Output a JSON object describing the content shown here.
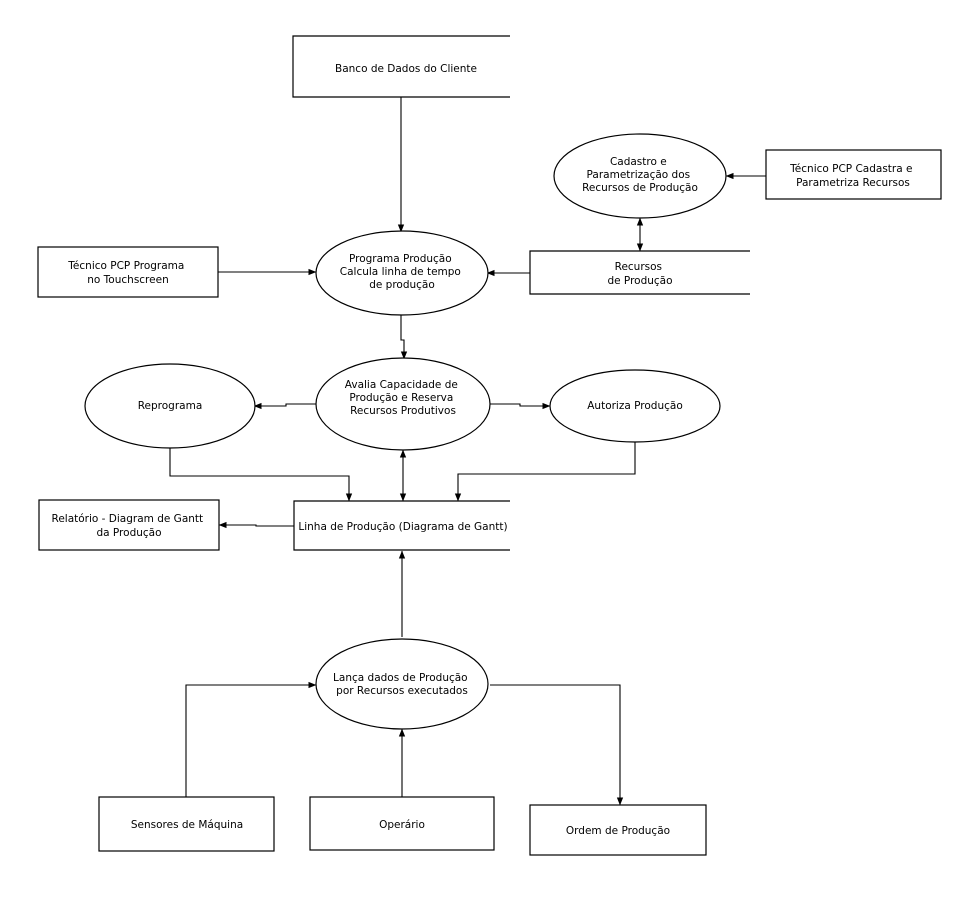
{
  "nodes": {
    "banco_dados": {
      "lines": [
        "Banco de Dados do Cliente"
      ]
    },
    "tecnico_cadastra": {
      "lines": [
        "Técnico PCP  Cadastra e",
        "Parametriza Recursos"
      ]
    },
    "cadastro_param": {
      "lines": [
        "Cadastro e",
        "Parametrização dos",
        "Recursos de Produção"
      ]
    },
    "tecnico_programa": {
      "lines": [
        "Técnico PCP Programa",
        "no Touchscreen"
      ]
    },
    "programa_producao": {
      "lines": [
        "Programa Produção",
        "Calcula linha de tempo",
        "de produção"
      ]
    },
    "recursos_producao": {
      "lines": [
        "Recursos",
        "de Produção"
      ]
    },
    "reprograma": {
      "lines": [
        "Reprograma"
      ]
    },
    "avalia_capacidade": {
      "lines": [
        "Avalia Capacidade de",
        "Produção e Reserva",
        "Recursos Produtivos"
      ]
    },
    "autoriza_producao": {
      "lines": [
        "Autoriza Produção"
      ]
    },
    "relatorio_gantt": {
      "lines": [
        "Relatório - Diagram de Gantt",
        "da Produção"
      ]
    },
    "linha_producao": {
      "lines": [
        "Linha de Produção (Diagrama de Gantt)"
      ]
    },
    "lanca_dados": {
      "lines": [
        "Lança dados de Produção",
        "por Recursos executados"
      ]
    },
    "sensores": {
      "lines": [
        "Sensores de Máquina"
      ]
    },
    "operario": {
      "lines": [
        "Operário"
      ]
    },
    "ordem_producao": {
      "lines": [
        "Ordem de Produção"
      ]
    }
  }
}
